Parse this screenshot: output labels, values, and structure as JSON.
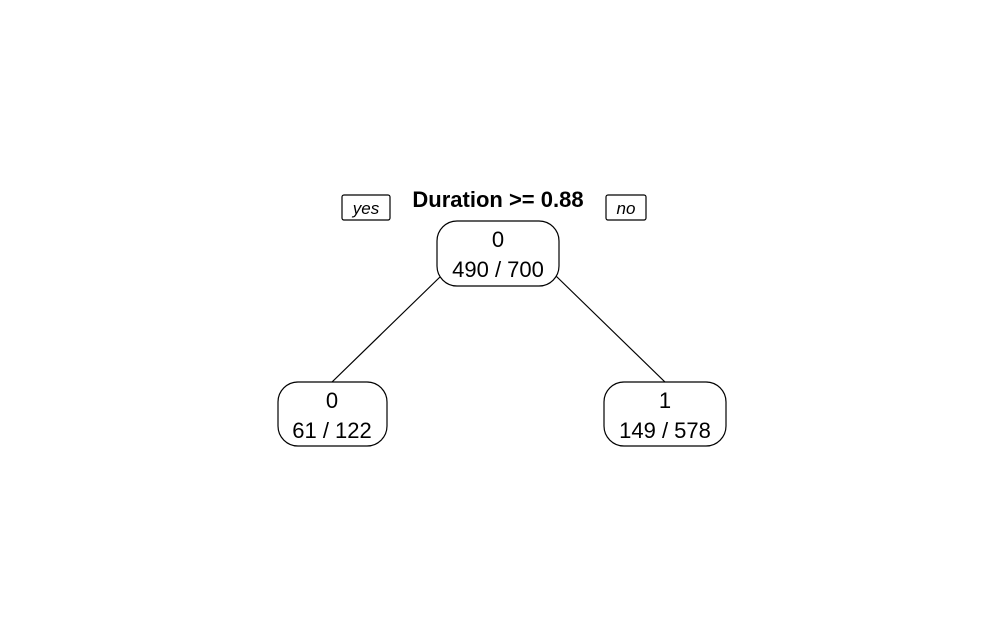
{
  "tree": {
    "root": {
      "split": "Duration >= 0.88",
      "class": "0",
      "counts": "490 / 700"
    },
    "branch_labels": {
      "yes": "yes",
      "no": "no"
    },
    "left": {
      "class": "0",
      "counts": "61 / 122"
    },
    "right": {
      "class": "1",
      "counts": "149 / 578"
    }
  }
}
